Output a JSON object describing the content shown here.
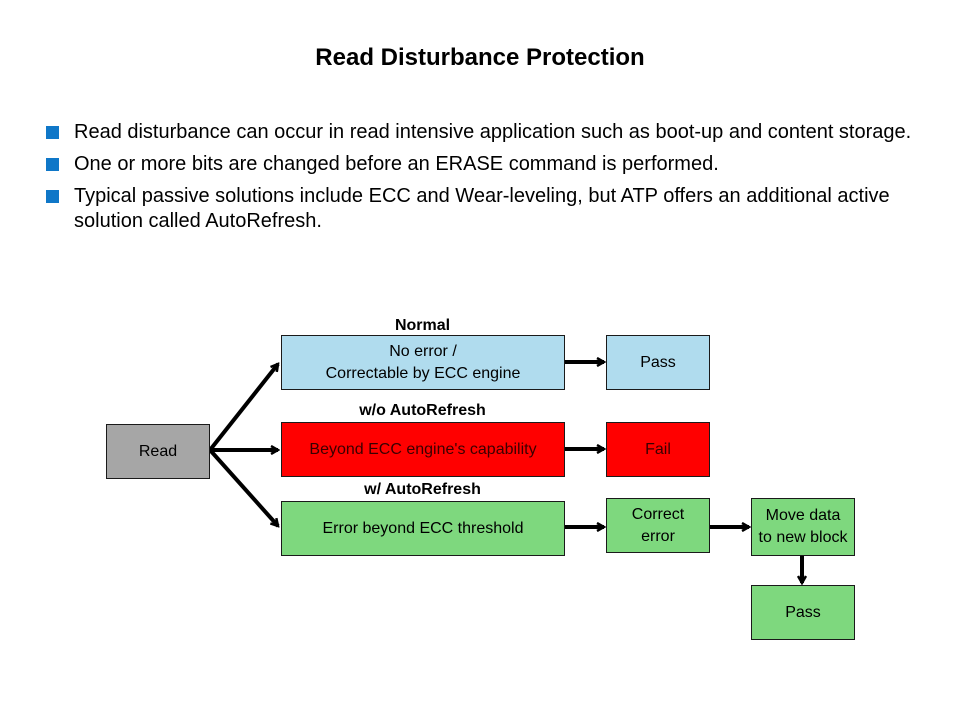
{
  "slide": {
    "title": "Read Disturbance Protection",
    "bullets": [
      "Read disturbance can occur in read intensive application such as boot-up and content storage.",
      "One or more bits are changed before an ERASE command is performed.",
      "Typical passive solutions include ECC and Wear-leveling, but ATP offers an additional active solution called AutoRefresh."
    ],
    "bullet_color": "#0f77c8"
  },
  "diagram": {
    "start": "Read",
    "branches": {
      "normal": {
        "label": "Normal",
        "box_line1": "No error /",
        "box_line2": "Correctable by ECC engine",
        "result": "Pass",
        "color": "#b0dcee"
      },
      "without": {
        "label": "w/o AutoRefresh",
        "box": "Beyond ECC engine's capability",
        "result": "Fail",
        "color": "#ff0000"
      },
      "with": {
        "label": "w/ AutoRefresh",
        "box": "Error beyond ECC threshold",
        "step1_line1": "Correct",
        "step1_line2": "error",
        "step2_line1": "Move data",
        "step2_line2": "to new block",
        "result": "Pass",
        "color": "#7ed87e"
      }
    }
  }
}
